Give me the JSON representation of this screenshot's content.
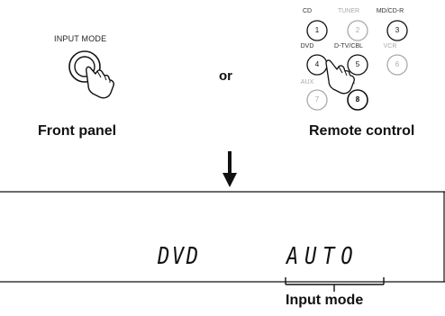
{
  "front_panel": {
    "button_label": "INPUT MODE",
    "caption": "Front panel"
  },
  "connector": "or",
  "remote": {
    "caption": "Remote control",
    "keys": [
      {
        "label": "CD",
        "number": "1",
        "state": "active"
      },
      {
        "label": "TUNER",
        "number": "2",
        "state": "inactive"
      },
      {
        "label": "MD/CD-R",
        "number": "3",
        "state": "active"
      },
      {
        "label": "DVD",
        "number": "4",
        "state": "active"
      },
      {
        "label": "D-TV/CBL",
        "number": "5",
        "state": "active"
      },
      {
        "label": "VCR",
        "number": "6",
        "state": "inactive"
      },
      {
        "label": "AUX",
        "number": "7",
        "state": "inactive"
      },
      {
        "label": "AUX",
        "number": "8",
        "state": "pressed"
      }
    ]
  },
  "display": {
    "source_text": "DVD",
    "mode_text": "AUTO",
    "bracket_caption": "Input mode"
  }
}
